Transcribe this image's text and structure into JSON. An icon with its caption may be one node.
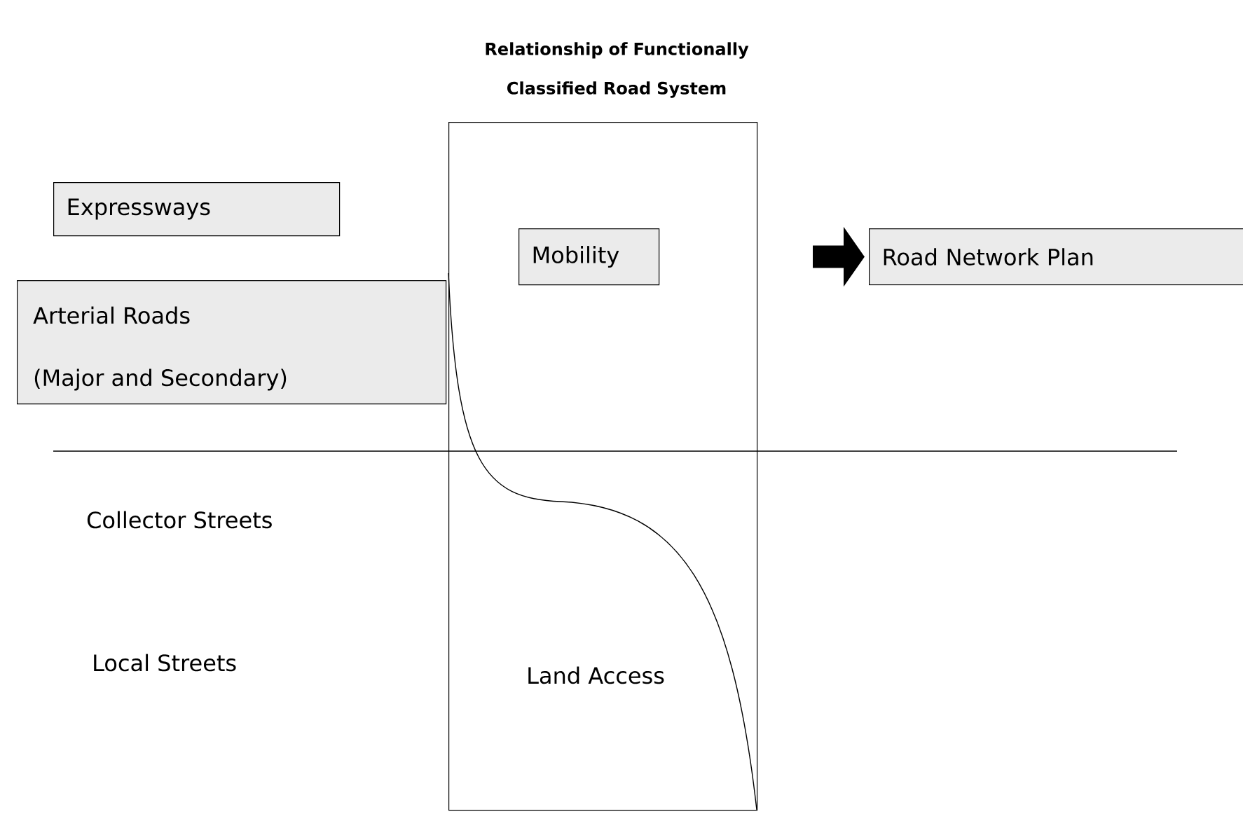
{
  "diagram": {
    "title": "Relationship of Functionally Classified Road System",
    "nodes": [
      {
        "text": [
          "Expressways"
        ]
      },
      {
        "text": [
          "Arterial Roads",
          "(Major and Secondary)"
        ]
      },
      {
        "text": [
          "Land Access"
        ]
      },
      {
        "text": [
          "Mobility"
        ],
        "in": 2
      },
      {
        "text": [
          "Road Network Plan"
        ]
      }
    ],
    "edges": [
      {
        "from": null,
        "to": 4,
        "arrow": "to"
      }
    ],
    "labels": [
      "Collector Streets",
      "Local Streets"
    ]
  }
}
